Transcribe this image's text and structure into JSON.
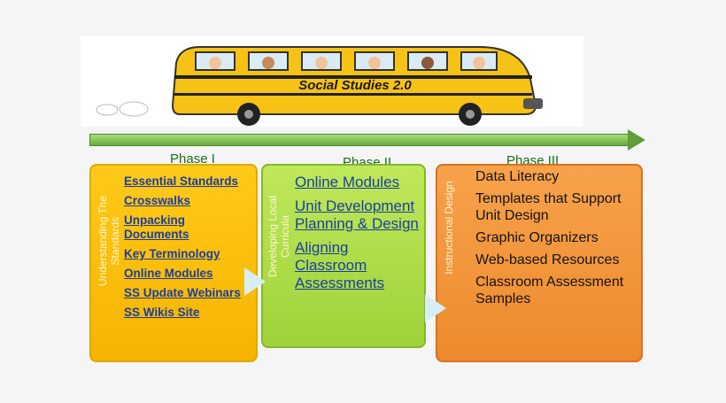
{
  "header": {
    "bus_banner_text": "Social Studies 2.0"
  },
  "phases": [
    {
      "label": "Phase I",
      "side_label": [
        "Understanding The",
        "Standards"
      ],
      "items": [
        "Essential Standards",
        "Crosswalks",
        "Unpacking Documents",
        "Key Terminology",
        "Online Modules",
        "SS Update Webinars",
        "SS Wikis Site"
      ]
    },
    {
      "label": "Phase II",
      "side_label": [
        "Developing  Local",
        "Curricula"
      ],
      "items": [
        "Online Modules",
        "Unit Development Planning & Design",
        "Aligning Classroom Assessments"
      ]
    },
    {
      "label": "Phase III",
      "side_label": [
        "Instructional Design"
      ],
      "items": [
        "Data Literacy",
        "Templates that Support Unit Design",
        "Graphic Organizers",
        "Web-based Resources",
        "Classroom Assessment Samples"
      ]
    }
  ],
  "colors": {
    "phase1_box": "#f6b400",
    "phase2_box": "#9fd23a",
    "phase3_box": "#ee8a2e",
    "link_blue": "#1a3ea0",
    "timeline_green": "#6aab3e"
  }
}
